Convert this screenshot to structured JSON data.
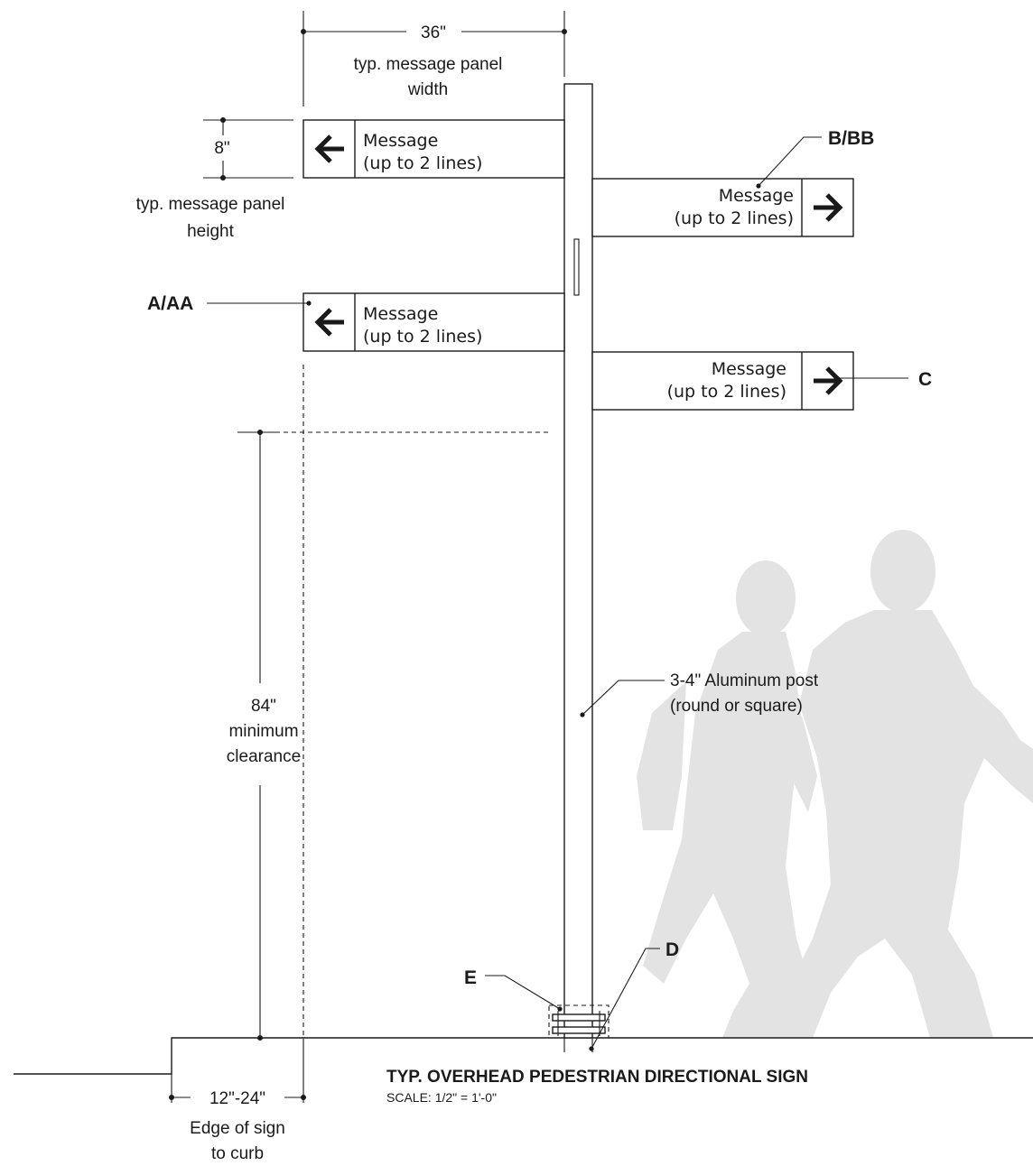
{
  "dimensions": {
    "width_value": "36\"",
    "width_caption_1": "typ. message panel",
    "width_caption_2": "width",
    "height_value": "8\"",
    "height_caption_1": "typ. message panel",
    "height_caption_2": "height",
    "clearance_value": "84\"",
    "clearance_caption_1": "minimum",
    "clearance_caption_2": "clearance",
    "curb_value": "12\"-24\"",
    "curb_caption_1": "Edge of sign",
    "curb_caption_2": "to curb"
  },
  "panels": [
    {
      "line1": "Message",
      "line2": "(up to 2 lines)",
      "arrow": "left-arrow-icon"
    },
    {
      "line1": "Message",
      "line2": "(up to 2 lines)",
      "arrow": "right-arrow-icon"
    },
    {
      "line1": "Message",
      "line2": "(up to 2 lines)",
      "arrow": "left-arrow-icon"
    },
    {
      "line1": "Message",
      "line2": "(up to 2 lines)",
      "arrow": "right-arrow-icon"
    }
  ],
  "callouts": {
    "a": "A/AA",
    "b": "B/BB",
    "c": "C",
    "d": "D",
    "e": "E"
  },
  "post_note": {
    "line1": "3-4\" Aluminum post",
    "line2": "(round or square)"
  },
  "drawing_title": "TYP. OVERHEAD PEDESTRIAN DIRECTIONAL SIGN",
  "drawing_scale": "SCALE: 1/2\" = 1'-0\""
}
